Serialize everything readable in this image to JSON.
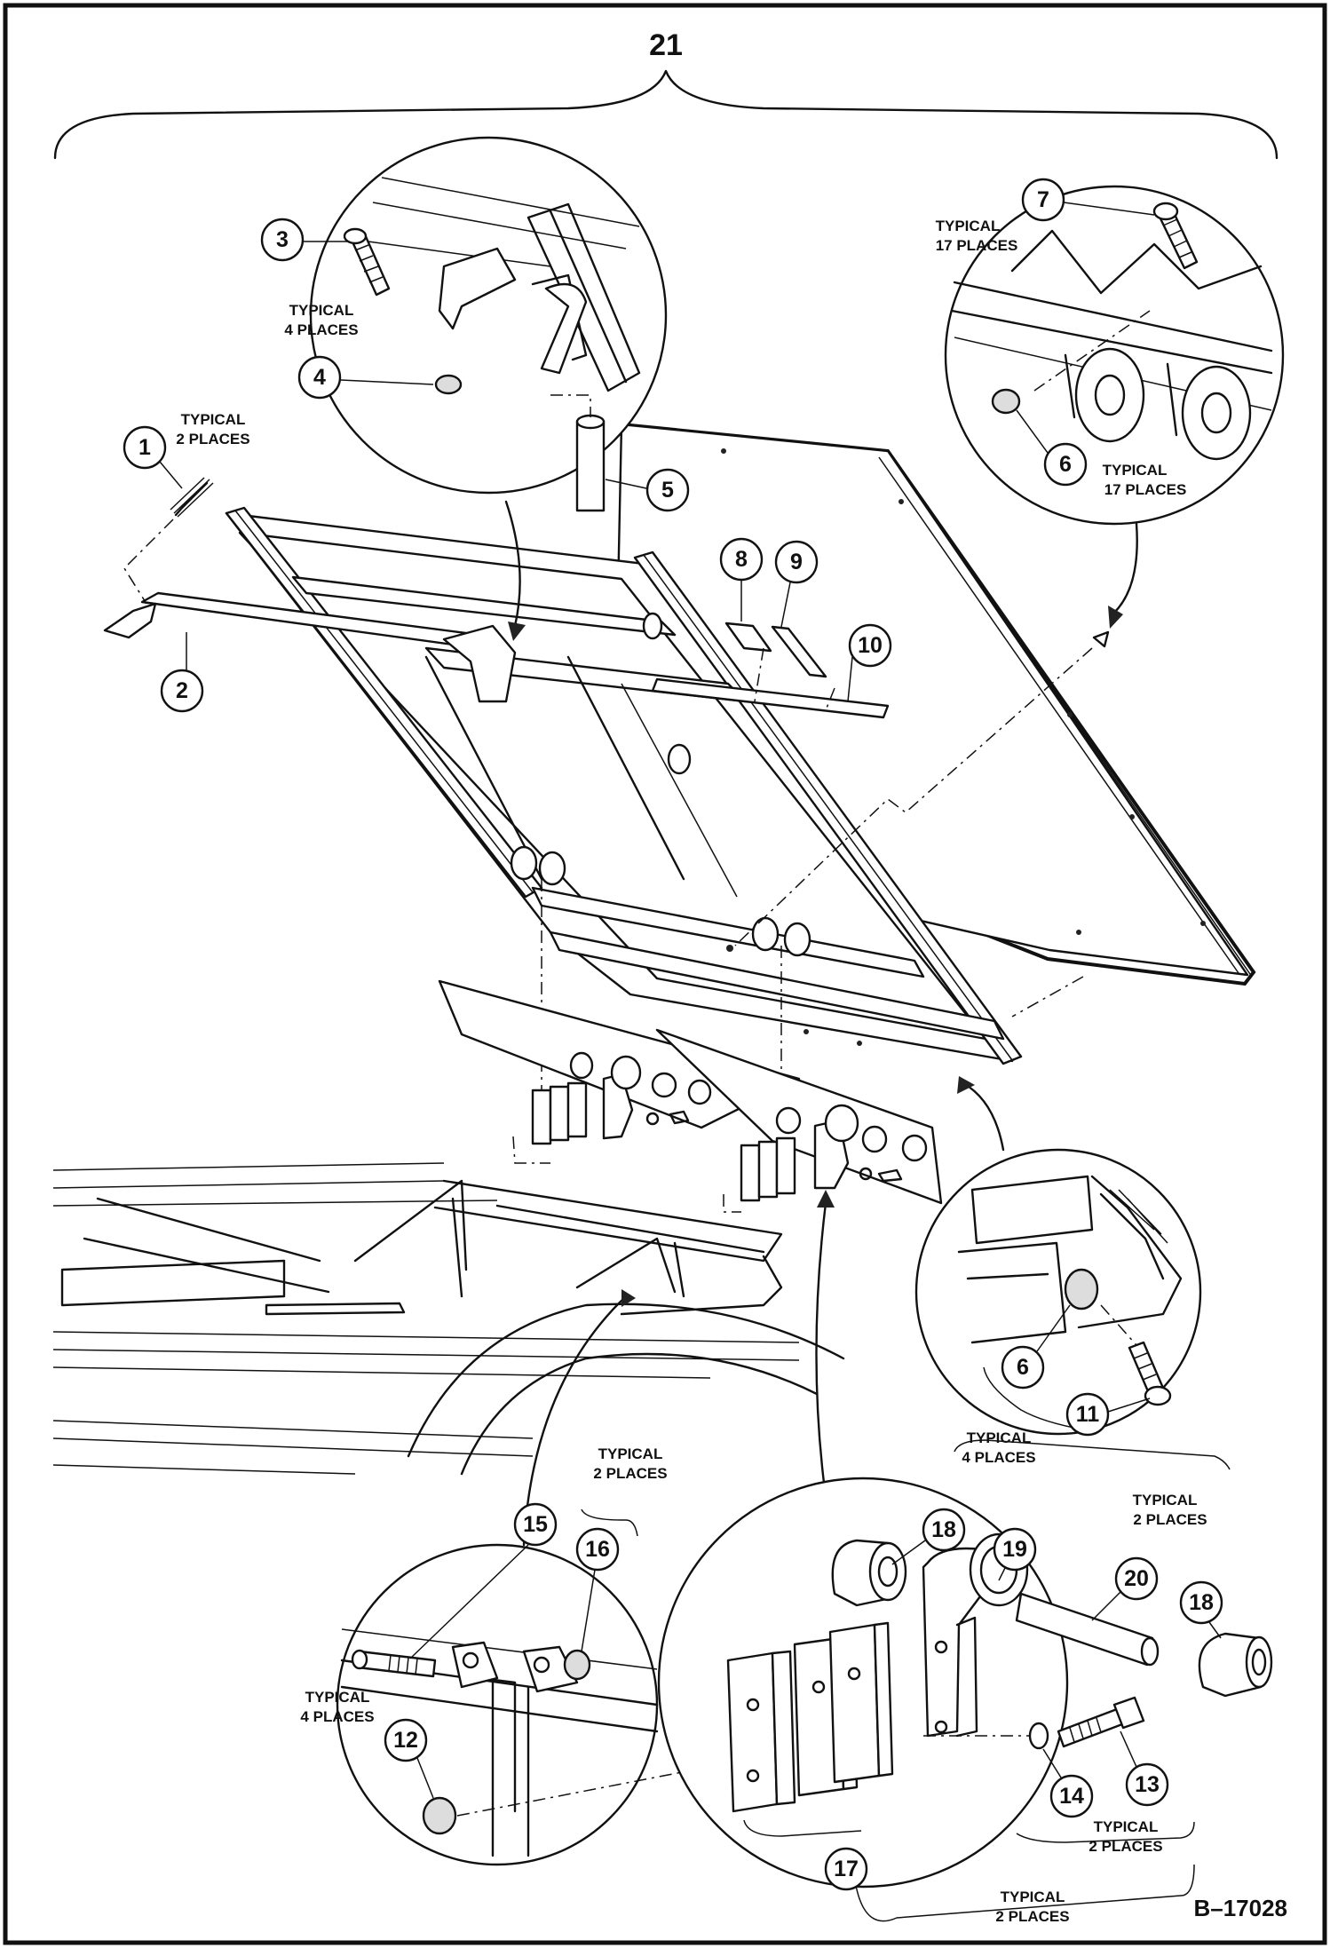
{
  "drawing": {
    "assembly_callout": "21",
    "drawing_number": "B–17028",
    "parts": {
      "p1": "1",
      "p2": "2",
      "p3": "3",
      "p4": "4",
      "p5": "5",
      "p6a": "6",
      "p6b": "6",
      "p7": "7",
      "p8": "8",
      "p9": "9",
      "p10": "10",
      "p11": "11",
      "p12": "12",
      "p13": "13",
      "p14": "14",
      "p15": "15",
      "p16": "16",
      "p17": "17",
      "p18a": "18",
      "p18b": "18",
      "p19": "19",
      "p20": "20"
    },
    "notes": {
      "typical_2_places_a": [
        "TYPICAL",
        "2 PLACES"
      ],
      "typical_4_places_a": [
        "TYPICAL",
        "4 PLACES"
      ],
      "typical_17_places_a": [
        "TYPICAL",
        "17 PLACES"
      ],
      "typical_17_places_b": [
        "TYPICAL",
        "17 PLACES"
      ],
      "typical_4_places_b": [
        "TYPICAL",
        "4 PLACES"
      ],
      "typical_2_places_b": [
        "TYPICAL",
        "2 PLACES"
      ],
      "typical_4_places_c": [
        "TYPICAL",
        "4 PLACES"
      ],
      "typical_2_places_c": [
        "TYPICAL",
        "2 PLACES"
      ],
      "typical_2_places_d": [
        "TYPICAL",
        "2 PLACES"
      ],
      "typical_2_places_e": [
        "TYPICAL",
        "2 PLACES"
      ]
    }
  }
}
